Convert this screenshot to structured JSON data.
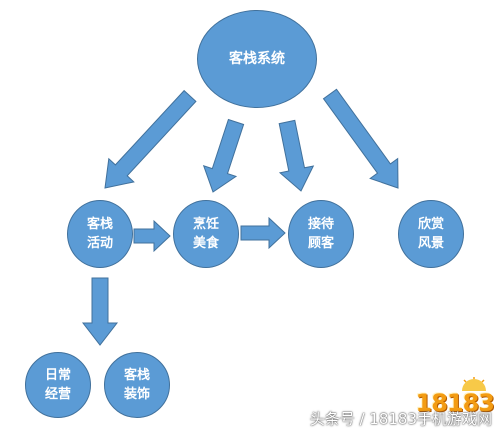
{
  "diagram": {
    "root": "客栈系统",
    "nodes": {
      "activity": "客栈\n活动",
      "cooking": "烹饪\n美食",
      "reception": "接待\n顾客",
      "scenery": "欣赏\n风景",
      "daily": "日常\n经营",
      "decor": "客栈\n装饰"
    }
  },
  "colors": {
    "node_fill": "#5b9bd5",
    "node_border": "#41719c",
    "arrow_fill": "#5b9bd5",
    "text": "#ffffff"
  },
  "watermark": {
    "text": "头条号 / 18183手机游戏网",
    "logo": "18183"
  }
}
